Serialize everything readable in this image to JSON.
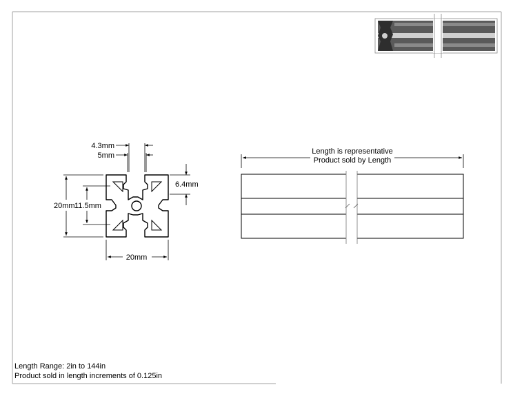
{
  "profile_dimensions": {
    "slot_opening": "4.3mm",
    "slot_width": "5mm",
    "slot_depth": "6.4mm",
    "overall_height": "20mm",
    "inner_height": "11.5mm",
    "overall_width": "20mm"
  },
  "length_view": {
    "line1": "Length is representative",
    "line2": "Product sold by Length"
  },
  "notes": {
    "length_range": "Length Range: 2in to 144in",
    "increments": "Product sold in length increments of 0.125in"
  },
  "colors": {
    "line": "#000000",
    "frame": "#a0a0a0",
    "extrusion_dark": "#4a4a4a",
    "extrusion_mid": "#7a7a7a",
    "extrusion_light": "#c8c8c8"
  }
}
